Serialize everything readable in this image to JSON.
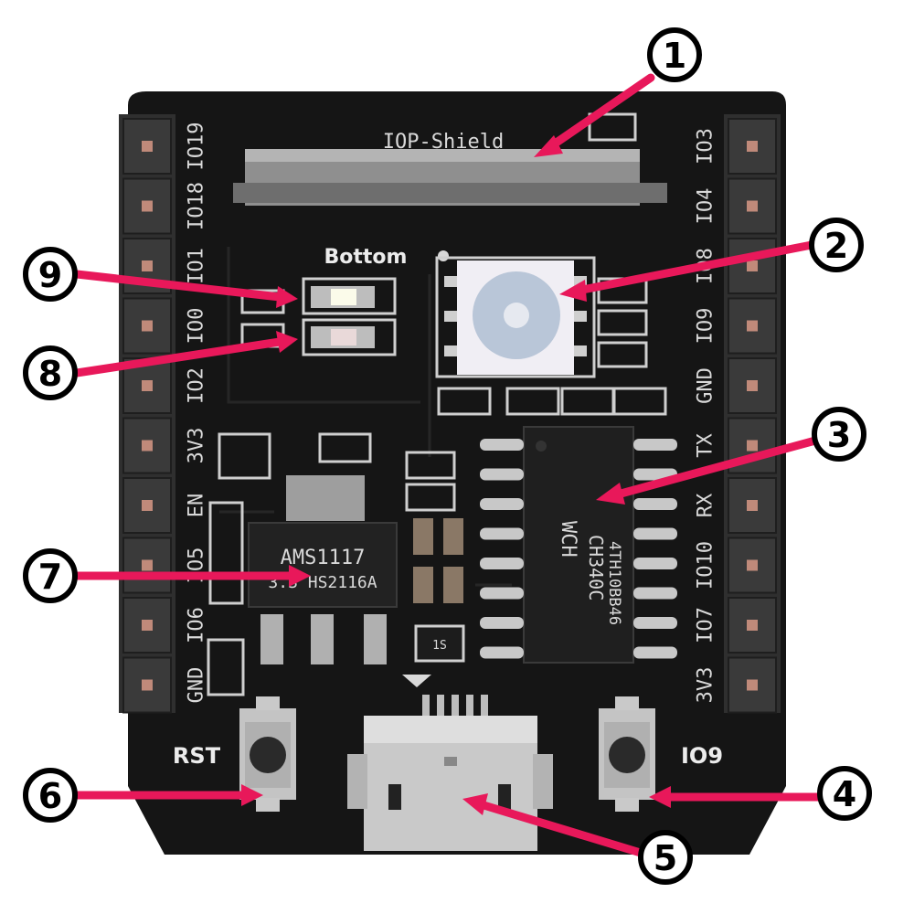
{
  "board": {
    "shield_label": "IOP-Shield",
    "bottom_label": "Bottom",
    "left_pins": [
      "IO19",
      "IO18",
      "IO1",
      "IO0",
      "IO2",
      "3V3",
      "EN",
      "IO5",
      "IO6",
      "GND"
    ],
    "right_pins": [
      "IO3",
      "IO4",
      "IO8",
      "IO9",
      "GND",
      "TX",
      "RX",
      "IO10",
      "IO7",
      "3V3"
    ],
    "rst_label": "RST",
    "io9_label": "IO9",
    "regulator_line1": "AMS1117",
    "regulator_line2": "3.3 HS2116A",
    "usb_chip_brand": "WCH",
    "usb_chip_line1": "CH340C",
    "usb_chip_line2": "4TH10BB46",
    "small_chip_label": "1S"
  },
  "callouts": [
    {
      "number": "1"
    },
    {
      "number": "2"
    },
    {
      "number": "3"
    },
    {
      "number": "4"
    },
    {
      "number": "5"
    },
    {
      "number": "6"
    },
    {
      "number": "7"
    },
    {
      "number": "8"
    },
    {
      "number": "9"
    }
  ],
  "colors": {
    "pcb": "#151515",
    "arrow": "#e8185a",
    "pad": "#c9c9c9",
    "header": "#3a3a3a"
  }
}
